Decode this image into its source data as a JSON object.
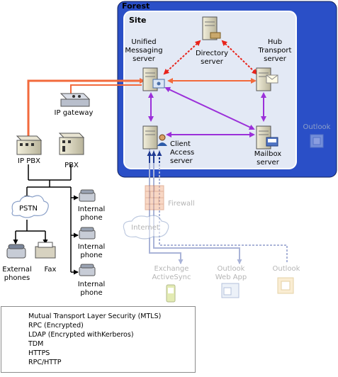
{
  "containers": {
    "forest_label": "Forest",
    "site_label": "Site"
  },
  "servers": {
    "um": [
      "Unified",
      "Messaging",
      "server"
    ],
    "directory": [
      "Directory",
      "server"
    ],
    "hub": [
      "Hub",
      "Transport",
      "server"
    ],
    "cas": [
      "Client",
      "Access",
      "server"
    ],
    "mailbox": [
      "Mailbox",
      "server"
    ]
  },
  "telephony": {
    "ip_gateway": "IP gateway",
    "ip_pbx": "IP PBX",
    "pbx": "PBX",
    "pstn": "PSTN",
    "internal_phones": [
      [
        "Internal",
        "phone"
      ],
      [
        "Internal",
        "phone"
      ],
      [
        "Internal",
        "phone"
      ]
    ],
    "external_phones": [
      "External",
      "phones"
    ],
    "fax": "Fax"
  },
  "clients": {
    "outlook_forest": "Outlook",
    "firewall": "Firewall",
    "internet": "Internet",
    "activesync": [
      "Exchange",
      "ActiveSync"
    ],
    "owa": [
      "Outlook",
      "Web App"
    ],
    "outlook_external": "Outlook"
  },
  "legend": [
    {
      "label": "Mutual Transport Layer Security (MTLS)",
      "color": "#f26a3c",
      "style": "solid"
    },
    {
      "label": "RPC (Encrypted)",
      "color": "#9b30d9",
      "style": "solid"
    },
    {
      "label": "LDAP (Encrypted withKerberos)",
      "color": "#e8231b",
      "style": "dotted"
    },
    {
      "label": "TDM",
      "color": "#000000",
      "style": "solid"
    },
    {
      "label": "HTTPS",
      "color": "#1f3a93",
      "style": "solid"
    },
    {
      "label": "RPC/HTTP",
      "color": "#1f3a93",
      "style": "dotted"
    }
  ],
  "colors": {
    "forest_fill": "#2a4fc7",
    "site_fill": "#e3e9f5",
    "mtls": "#f26a3c",
    "rpc": "#9b30d9",
    "ldap": "#e8231b",
    "https": "#1f3a93",
    "faded_link": "#aab4d8"
  }
}
